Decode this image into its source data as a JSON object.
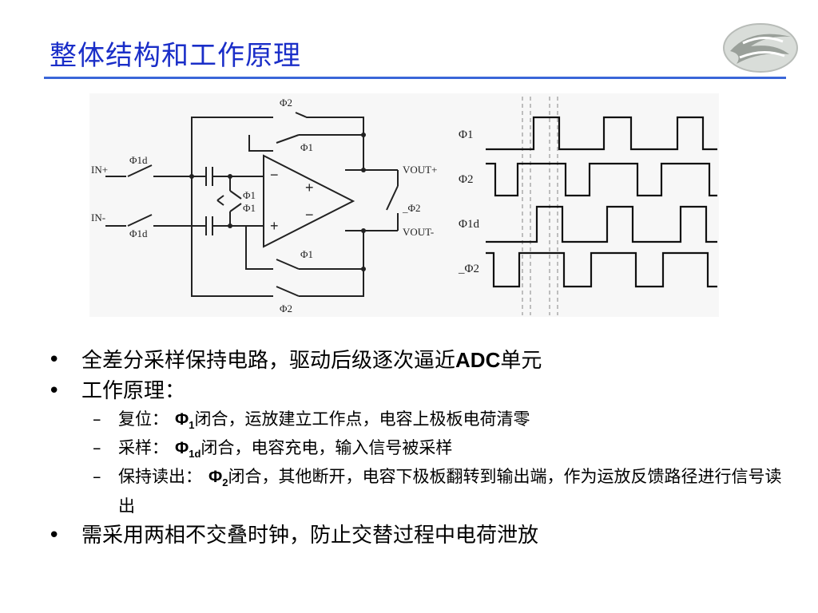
{
  "slide": {
    "title": "整体结构和工作原理"
  },
  "circuit": {
    "phi2_top": "Φ2",
    "phi1_top": "Φ1",
    "in_plus": "IN+",
    "in_minus": "IN-",
    "phi1d_top": "Φ1d",
    "phi1d_bottom": "Φ1d",
    "phi1_mid_a": "Φ1",
    "phi1_mid_b": "Φ1",
    "amp_minus_in": "−",
    "amp_plus_in": "+",
    "amp_plus_out": "+",
    "amp_minus_out": "−",
    "vout_plus": "VOUT+",
    "vout_minus": "VOUT-",
    "phi2_bar_right": "_Φ2",
    "phi1_bottom": "Φ1",
    "phi2_bottom": "Φ2"
  },
  "timing": {
    "labels": [
      "Φ1",
      "Φ2",
      "Φ1d",
      "_Φ2"
    ]
  },
  "bullets": {
    "item1": {
      "text": "全差分采样保持电路，驱动后级逐次逼近",
      "latin": "ADC",
      "tail": "单元"
    },
    "item2": {
      "text": "工作原理："
    },
    "sub1": {
      "prefix": "复位：",
      "sym": "Φ",
      "sub": "1",
      "text": "闭合，运放建立工作点，电容上极板电荷清零"
    },
    "sub2": {
      "prefix": "采样：",
      "sym": "Φ",
      "sub": "1d",
      "text": "闭合，电容充电，输入信号被采样"
    },
    "sub3": {
      "prefix": "保持读出：",
      "sym": "Φ",
      "sub": "2",
      "text": "闭合，其他断开，电容下极板翻转到输出端，作为运放反馈路径进行信号读出"
    },
    "item3": {
      "text": "需采用两相不交叠时钟，防止交替过程中电荷泄放"
    }
  },
  "colors": {
    "title": "#1a2ec8",
    "rule": "#3a66d8",
    "line": "#222222"
  }
}
